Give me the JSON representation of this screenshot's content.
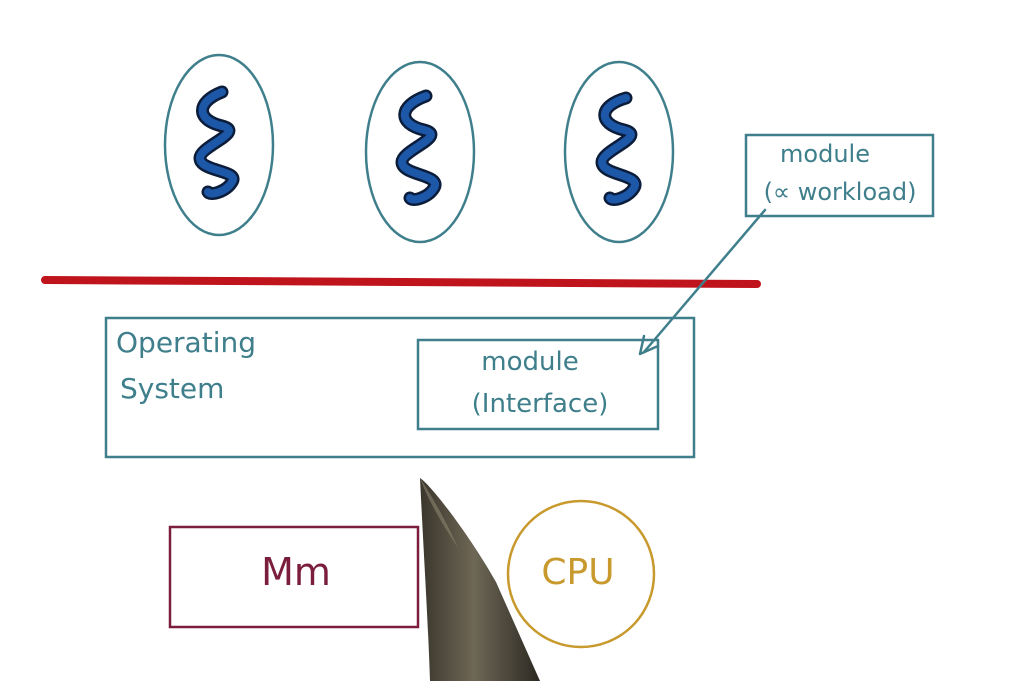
{
  "colors": {
    "teal": "#3f7f8c",
    "red_line": "#c0141c",
    "thread_fill": "#1d57a8",
    "thread_outline": "#0b1d3a",
    "memory": "#7a1e3c",
    "cpu": "#c89a2e",
    "pen": "#5b5545"
  },
  "threads": [
    {
      "icon": "squiggle-thread-icon"
    },
    {
      "icon": "squiggle-thread-icon"
    },
    {
      "icon": "squiggle-thread-icon"
    }
  ],
  "module_workload": {
    "line1": "module",
    "line2": "(∝ workload)"
  },
  "operating_system": {
    "line1": "Operating",
    "line2": "System"
  },
  "module_interface": {
    "line1": "module",
    "line2": "(Interface)"
  },
  "memory": {
    "label": "Mm"
  },
  "cpu": {
    "label": "CPU"
  }
}
